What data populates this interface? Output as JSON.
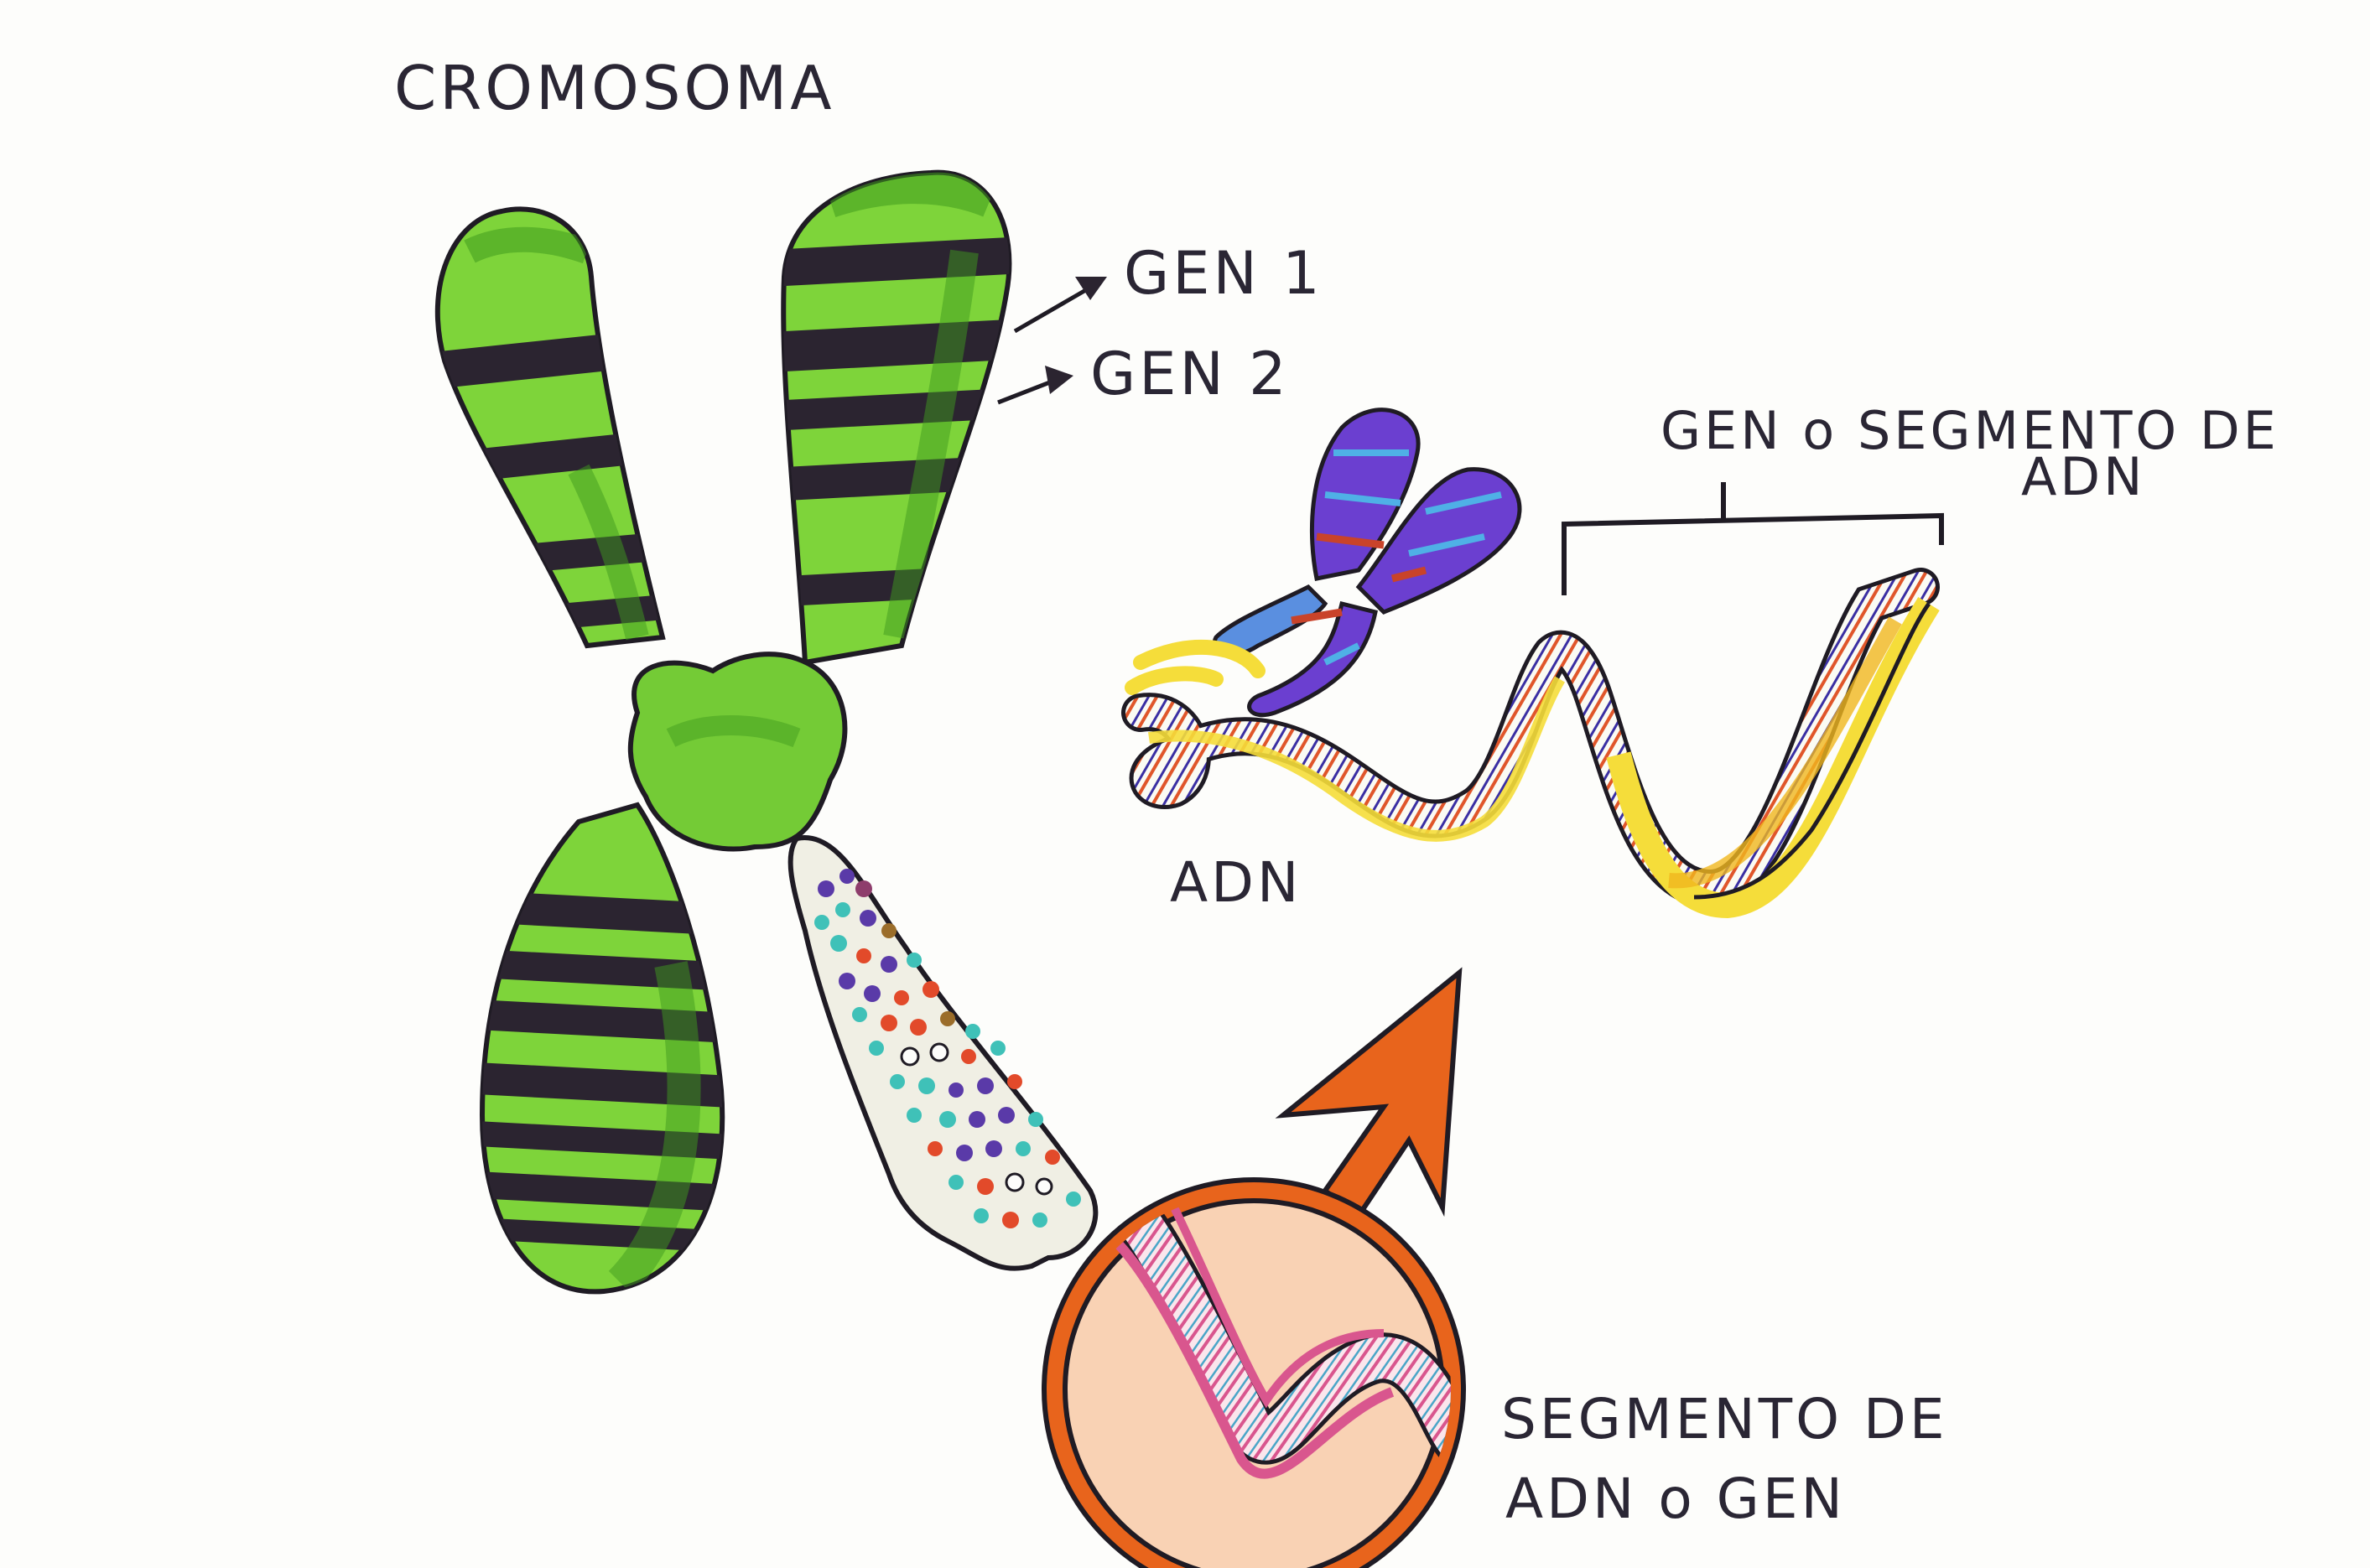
{
  "title": "CROMOSOMA",
  "labels": {
    "gene1": "GEN 1",
    "gene2": "GEN 2",
    "gene_segment_line1": "GEN o SEGMENTO DE",
    "gene_segment_line2": "ADN",
    "dna": "ADN",
    "segment_line1": "SEGMENTO DE",
    "segment_line2": "ADN o GEN"
  },
  "colors": {
    "chromosome_green": "#7ed43a",
    "chromosome_dark_green": "#3f9a1d",
    "band": "#2b2430",
    "dna_yellow": "#f5dd3a",
    "mini_chromosome": "#6b3fd0",
    "zoom_orange": "#e8641c",
    "zoom_fill": "#f9d2b4",
    "segment_pink": "#d9568e"
  }
}
